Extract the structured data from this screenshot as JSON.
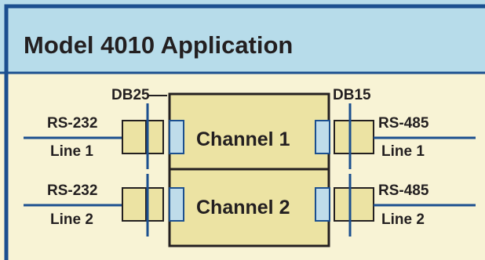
{
  "title": "Model 4010 Application",
  "connectors": {
    "left": "DB25",
    "right": "DB15"
  },
  "channels": [
    {
      "label": "Channel 1",
      "left_protocol": "RS-232",
      "left_line": "Line 1",
      "right_protocol": "RS-485",
      "right_line": "Line 1"
    },
    {
      "label": "Channel 2",
      "left_protocol": "RS-232",
      "left_line": "Line 2",
      "right_protocol": "RS-485",
      "right_line": "Line 2"
    }
  ],
  "colors": {
    "border": "#1b4f8f",
    "header_bg": "#b7dcea",
    "body_bg": "#f8f3d5",
    "box_fill": "#ece3a3",
    "port_fill": "#bfdcea",
    "text": "#231f20"
  }
}
